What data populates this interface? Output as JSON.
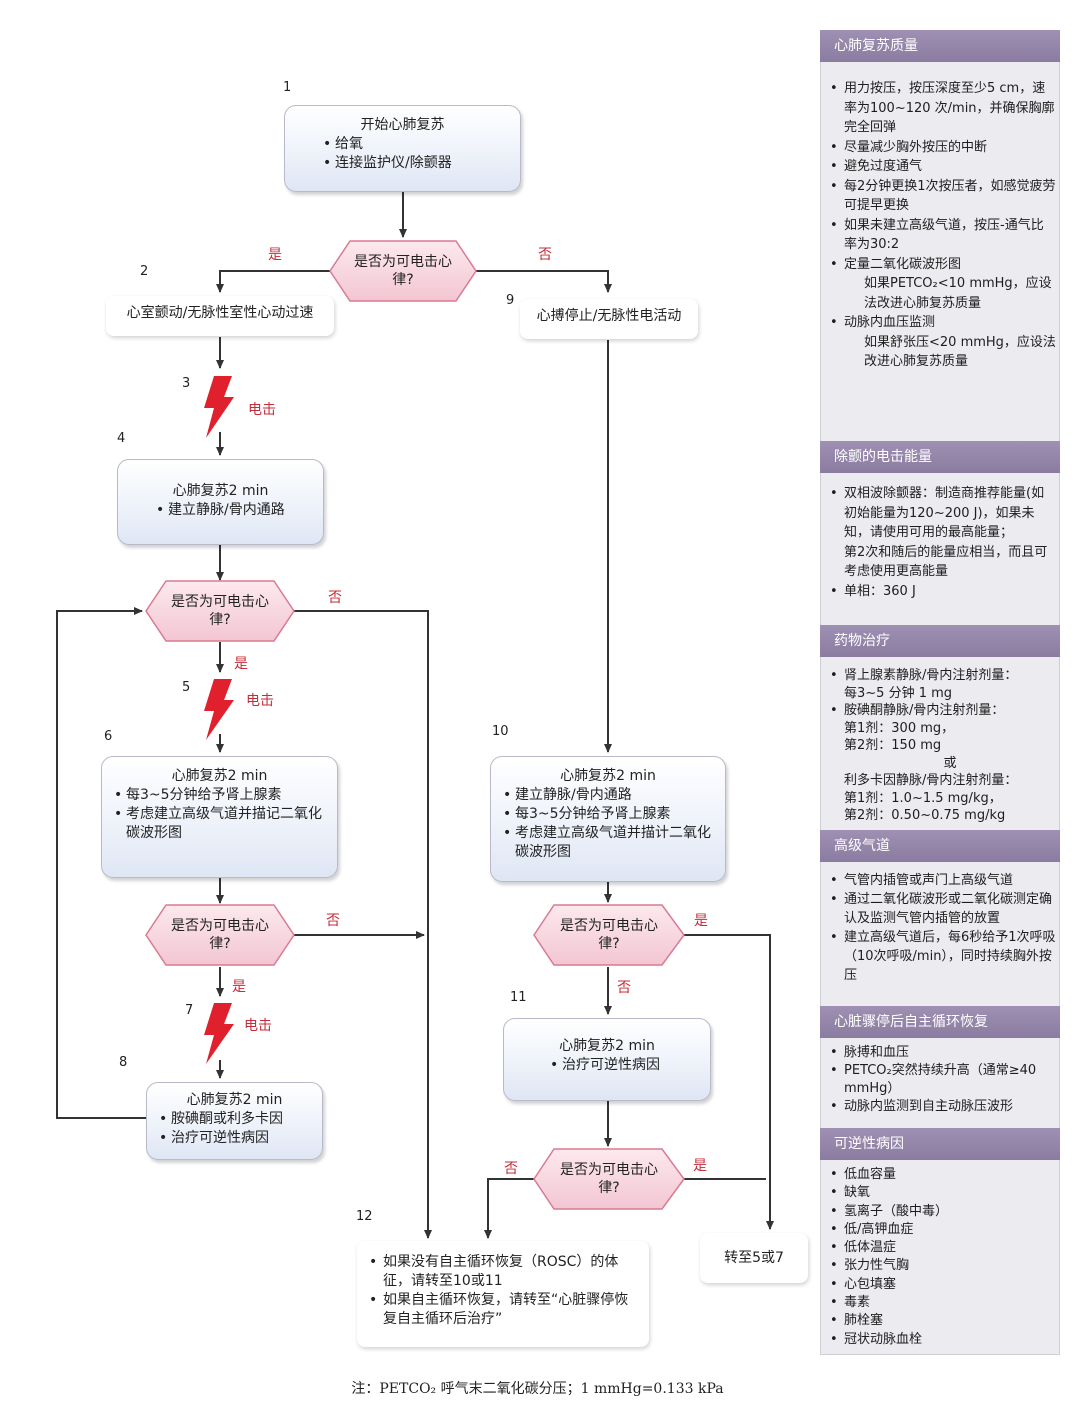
{
  "flow": {
    "nodes": [
      {
        "id": "n1",
        "title": "开始心肺复苏",
        "items": [
          "给氧",
          "连接监护仪/除颤器"
        ]
      },
      {
        "id": "n4",
        "title": "心肺复苏2 min",
        "items": [
          "建立静脉/骨内通路"
        ]
      },
      {
        "id": "n6",
        "title": "心肺复苏2 min",
        "items": [
          "每3~5分钟给予肾上腺素",
          "考虑建立高级气道并描记二氧化碳波形图"
        ]
      },
      {
        "id": "n8",
        "title": "心肺复苏2 min",
        "items": [
          "胺碘酮或利多卡因",
          "治疗可逆性病因"
        ]
      },
      {
        "id": "n10",
        "title": "心肺复苏2 min",
        "items": [
          "建立静脉/骨内通路",
          "每3~5分钟给予肾上腺素",
          "考虑建立高级气道并描计二氧化碳波形图"
        ]
      },
      {
        "id": "n11",
        "title": "心肺复苏2 min",
        "items": [
          "治疗可逆性病因"
        ]
      },
      {
        "id": "n12",
        "title": "",
        "items": [
          "如果没有自主循环恢复（ROSC）的体征，请转至10或11",
          "如果自主循环恢复，请转至“心脏骤停恢复自主循环后治疗”"
        ]
      }
    ],
    "rhythms": {
      "vf": "心室颤动/无脉性室性心动过速",
      "asystole": "心搏停止/无脉性电活动",
      "goto": "转至5或7"
    },
    "decision_label": "是否为可电击心律?",
    "shock_label": "电击",
    "yes": "是",
    "no": "否",
    "steps": [
      "1",
      "2",
      "3",
      "4",
      "5",
      "6",
      "7",
      "8",
      "9",
      "10",
      "11",
      "12"
    ]
  },
  "panel": {
    "quality": {
      "title": "心肺复苏质量",
      "items": [
        {
          "lines": [
            "用力按压，按压深度至少5 cm，速率为100~120 次/min，并确保胸廓完全回弹"
          ]
        },
        {
          "lines": [
            "尽量减少胸外按压的中断"
          ]
        },
        {
          "lines": [
            "避免过度通气"
          ]
        },
        {
          "lines": [
            "每2分钟更换1次按压者，如感觉疲劳可提早更换"
          ]
        },
        {
          "lines": [
            "如果未建立高级气道，按压-通气比率为30:2"
          ]
        },
        {
          "lines": [
            "定量二氧化碳波形图"
          ],
          "sub": [
            "如果PETCO₂<10 mmHg，应设法改进心肺复苏质量"
          ]
        },
        {
          "lines": [
            "动脉内血压监测"
          ],
          "sub": [
            "如果舒张压<20 mmHg，应设法改进心肺复苏质量"
          ]
        }
      ]
    },
    "energy": {
      "title": "除颤的电击能量",
      "items": [
        {
          "lines": [
            "双相波除颤器：制造商推荐能量(如初始能量为120~200 J)，如果未知，请使用可用的最高能量；",
            "第2次和随后的能量应相当，而且可考虑使用更高能量"
          ]
        },
        {
          "lines": [
            "单相：360 J"
          ]
        }
      ]
    },
    "drugs": {
      "title": "药物治疗",
      "items": [
        {
          "lines": [
            "肾上腺素静脉/骨内注射剂量："
          ],
          "sub": [
            "每3~5 分钟 1 mg"
          ]
        },
        {
          "lines": [
            "胺碘酮静脉/骨内注射剂量："
          ],
          "sub": [
            "第1剂：300 mg，",
            "第2剂：150 mg"
          ],
          "or": "或",
          "sub2": [
            "利多卡因静脉/骨内注射剂量：",
            "第1剂：1.0~1.5 mg/kg，",
            "第2剂：0.50~0.75 mg/kg"
          ]
        }
      ]
    },
    "airway": {
      "title": "高级气道",
      "items": [
        {
          "lines": [
            "气管内插管或声门上高级气道"
          ]
        },
        {
          "lines": [
            "通过二氧化碳波形或二氧化碳测定确认及监测气管内插管的放置"
          ]
        },
        {
          "lines": [
            "建立高级气道后，每6秒给予1次呼吸（10次呼吸/min），同时持续胸外按压"
          ]
        }
      ]
    },
    "rosc": {
      "title": "心脏骤停后自主循环恢复",
      "items": [
        {
          "lines": [
            "脉搏和血压"
          ]
        },
        {
          "lines": [
            "PETCO₂突然持续升高（通常≥40 mmHg）"
          ]
        },
        {
          "lines": [
            "动脉内监测到自主动脉压波形"
          ]
        }
      ]
    },
    "causes": {
      "title": "可逆性病因",
      "items": [
        {
          "lines": [
            "低血容量"
          ]
        },
        {
          "lines": [
            "缺氧"
          ]
        },
        {
          "lines": [
            "氢离子（酸中毒）"
          ]
        },
        {
          "lines": [
            "低/高钾血症"
          ]
        },
        {
          "lines": [
            "低体温症"
          ]
        },
        {
          "lines": [
            "张力性气胸"
          ]
        },
        {
          "lines": [
            "心包填塞"
          ]
        },
        {
          "lines": [
            "毒素"
          ]
        },
        {
          "lines": [
            "肺栓塞"
          ]
        },
        {
          "lines": [
            "冠状动脉血栓"
          ]
        }
      ]
    }
  },
  "note": "注：PETCO₂ 呼气末二氧化碳分压；1 mmHg=0.133 kPa",
  "colors": {
    "arrow": "#333333",
    "decision_fill": "#f7d9e0",
    "decision_stroke": "#d97a92",
    "bolt": "#e0202c",
    "accent_text": "#c62d3a",
    "panel_header": "#8f80a6"
  }
}
